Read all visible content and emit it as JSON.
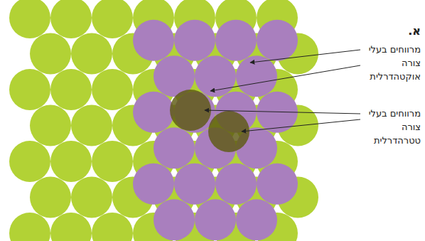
{
  "diagram": {
    "labels": [
      "א.",
      "מרווחים בעלי צורה אוקטהדרלית",
      "מרווחים בעלי צורה טטרהדרלית"
    ]
  }
}
